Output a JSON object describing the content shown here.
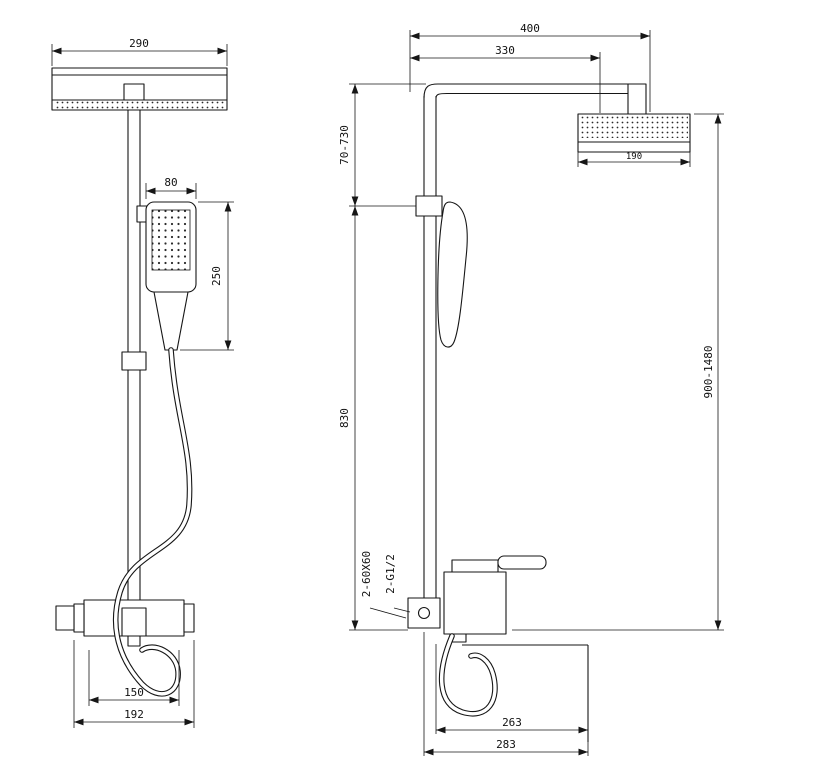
{
  "front_view": {
    "head_width": "290",
    "handshower_width": "80",
    "handshower_length": "250",
    "inlet_centers": "150",
    "mixer_width": "192"
  },
  "side_view": {
    "reach_total": "400",
    "reach_arm": "330",
    "top_adjust": "70-730",
    "head_depth": "190",
    "bar_length": "830",
    "height_range": "900-1480",
    "wall_plate": "2-60X60",
    "thread": "2-G1/2",
    "depth_to_tub": "263",
    "depth_total": "283"
  }
}
